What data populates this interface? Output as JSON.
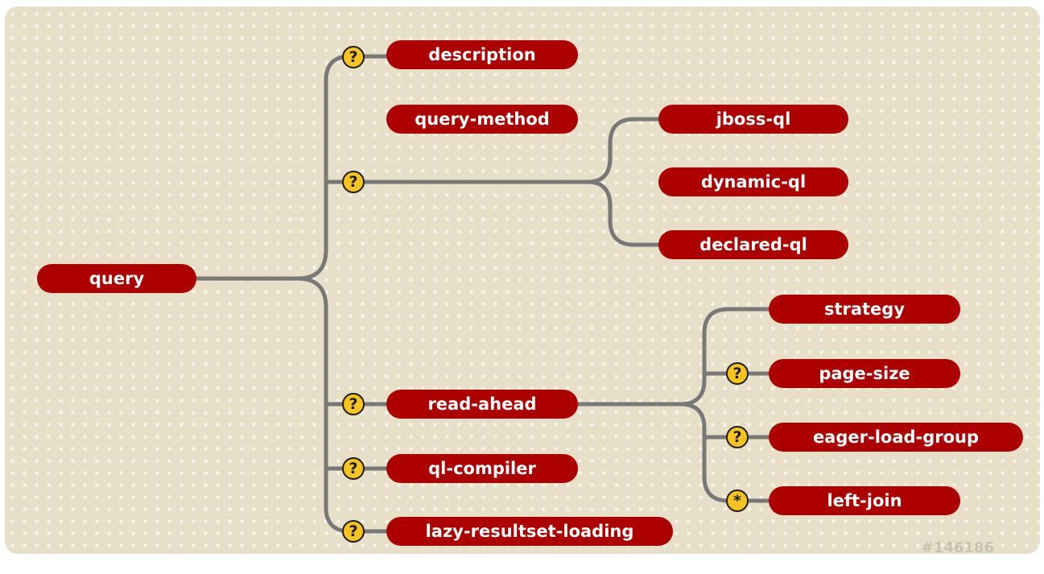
{
  "diagram": {
    "root": "query",
    "nodes": {
      "description": "description",
      "query_method": "query-method",
      "jboss_ql": "jboss-ql",
      "dynamic_ql": "dynamic-ql",
      "declared_ql": "declared-ql",
      "read_ahead": "read-ahead",
      "ql_compiler": "ql-compiler",
      "lazy_resultset_loading": "lazy-resultset-loading",
      "strategy": "strategy",
      "page_size": "page-size",
      "eager_load_group": "eager-load-group",
      "left_join": "left-join"
    },
    "markers": {
      "optional": "?",
      "zero_or_more": "*"
    }
  },
  "watermark": "#146186",
  "colors": {
    "pill": "#ad0000",
    "line": "#787878",
    "badge": "#f7c41f",
    "background": "#e7dfc8"
  }
}
